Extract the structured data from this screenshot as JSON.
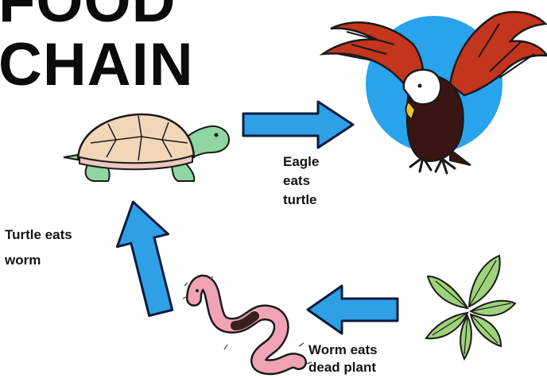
{
  "title": {
    "line1": "FOOD",
    "line2": "CHAIN"
  },
  "labels": {
    "eagle_eats_turtle": [
      "Eagle",
      "eats",
      "turtle"
    ],
    "turtle_eats_worm": [
      "Turtle eats",
      "worm"
    ],
    "worm_eats_plant": [
      "Worm eats",
      "dead plant"
    ]
  },
  "colors": {
    "arrow_fill": "#2f9fe6",
    "arrow_stroke": "#0f1b3a",
    "sun_circle": "#29a3ec",
    "turtle_shell": "#f1d7b8",
    "turtle_skin": "#8fd6a2",
    "worm": "#f0a3b4",
    "leaf": "#9fd27a",
    "eagle_wing": "#c4351e"
  },
  "icons": [
    "turtle-icon",
    "eagle-icon",
    "worm-icon",
    "plant-icon"
  ]
}
